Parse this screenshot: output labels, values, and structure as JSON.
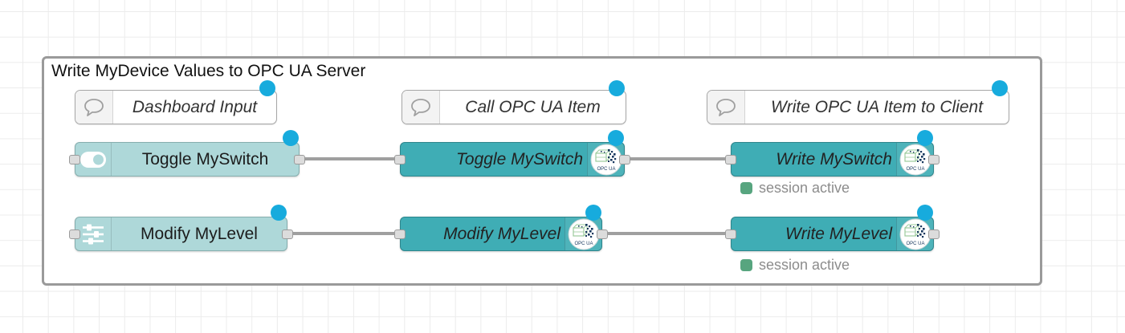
{
  "group": {
    "title": "Write MyDevice Values to OPC UA Server"
  },
  "comments": [
    {
      "label": "Dashboard Input",
      "icon": "comment-bubble-icon"
    },
    {
      "label": "Call OPC UA Item",
      "icon": "comment-bubble-icon"
    },
    {
      "label": "Write OPC UA Item to Client",
      "icon": "comment-bubble-icon"
    }
  ],
  "nodes": {
    "toggle_input": {
      "label": "Toggle MySwitch",
      "icon": "toggle-on-icon"
    },
    "toggle_call": {
      "label": "Toggle MySwitch",
      "icon": "opcua-logo-icon"
    },
    "write_switch": {
      "label": "Write MySwitch",
      "icon": "opcua-logo-icon",
      "status": "session active"
    },
    "modify_input": {
      "label": "Modify MyLevel",
      "icon": "sliders-icon"
    },
    "modify_call": {
      "label": "Modify MyLevel",
      "icon": "opcua-logo-icon"
    },
    "write_level": {
      "label": "Write MyLevel",
      "icon": "opcua-logo-icon",
      "status": "session active"
    }
  },
  "opcua_badge_text": "OPC UA",
  "colors": {
    "node_light": "#aed8d9",
    "node_dark": "#3fadb5",
    "changed_indicator": "#17abdd",
    "status_green": "#57a57f",
    "wire": "#9f9f9f",
    "group_border": "#9a9a9a"
  }
}
